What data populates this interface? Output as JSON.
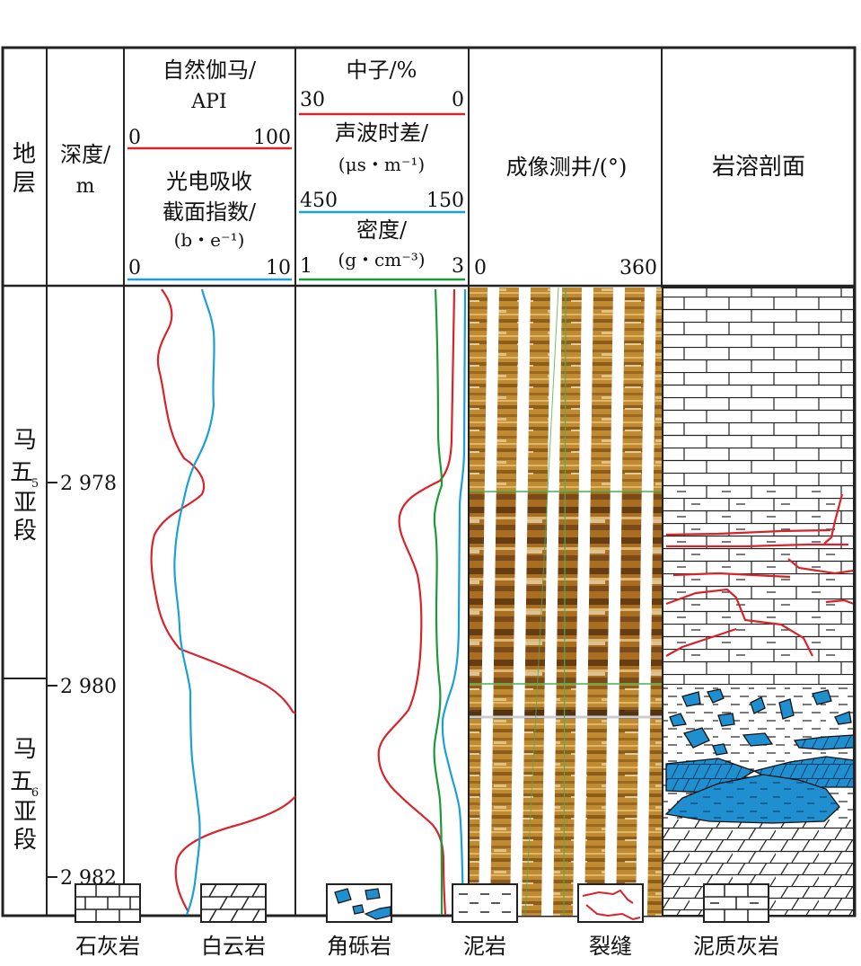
{
  "columns": {
    "stratum": {
      "line1": "地",
      "line2": "层"
    },
    "depth": {
      "line1": "深度/",
      "line2": "m"
    },
    "track1": {
      "gr_label_1": "自然伽马/",
      "gr_label_2": "API",
      "gr_min": "0",
      "gr_max": "100",
      "pe_label_1": "光电吸收",
      "pe_label_2": "截面指数/",
      "pe_label_3": "(b・e⁻¹)",
      "pe_min": "0",
      "pe_max": "10"
    },
    "track2": {
      "cnl_label": "中子/%",
      "cnl_left": "30",
      "cnl_right": "0",
      "ac_label_1": "声波时差/",
      "ac_label_2": "(μs・m⁻¹)",
      "ac_left": "450",
      "ac_right": "150",
      "den_label_1": "密度/",
      "den_label_2": "(g・cm⁻³)",
      "den_left": "1",
      "den_right": "3"
    },
    "imaging": {
      "label": "成像测井/(°)",
      "min": "0",
      "max": "360"
    },
    "profile": {
      "label": "岩溶剖面"
    }
  },
  "strata": [
    {
      "c1": "马",
      "c2": "五",
      "sub": "5",
      "c3": "亚",
      "c4": "段"
    },
    {
      "c1": "马",
      "c2": "五",
      "sub": "6",
      "c3": "亚",
      "c4": "段"
    }
  ],
  "depth_ticks": [
    "2 978",
    "2 980",
    "2 982"
  ],
  "legend": [
    {
      "key": "limestone",
      "label": "石灰岩"
    },
    {
      "key": "dolomite",
      "label": "白云岩"
    },
    {
      "key": "breccia",
      "label": "角砾岩"
    },
    {
      "key": "mudstone",
      "label": "泥岩"
    },
    {
      "key": "fracture",
      "label": "裂缝"
    },
    {
      "key": "argillaceous-limestone",
      "label": "泥质灰岩"
    }
  ],
  "colors": {
    "gamma_ray": "#d8232a",
    "photoelectric": "#1aa0d8",
    "density": "#1a9a3a",
    "breccia_fill": "#1f8fd0",
    "imaging_base": "#b8822a"
  }
}
